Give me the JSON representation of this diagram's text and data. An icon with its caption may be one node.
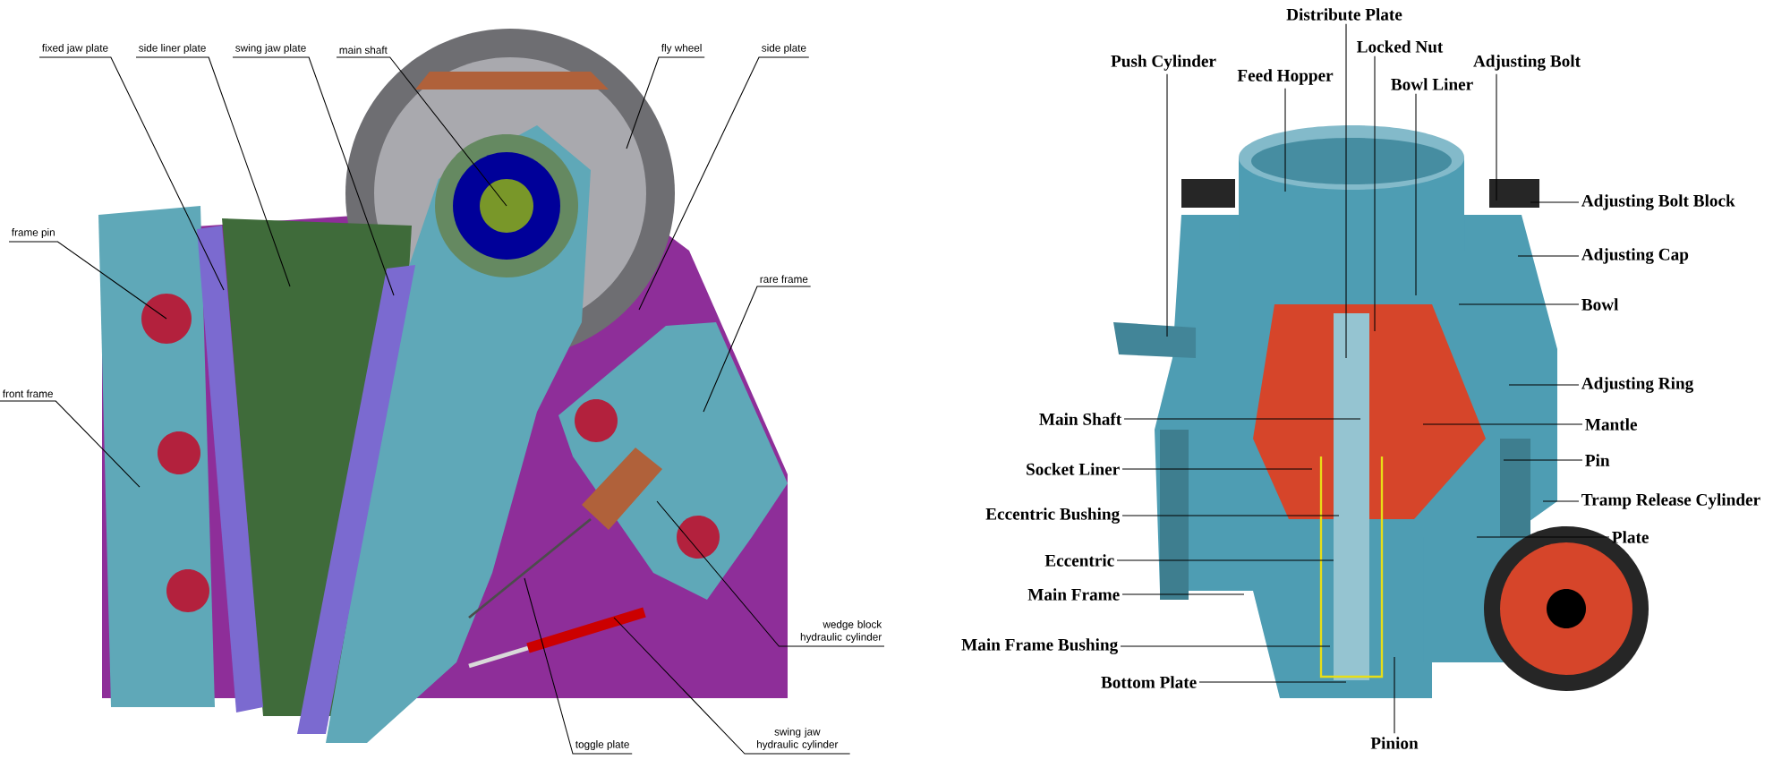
{
  "diagram": {
    "nodes": [
      {
        "text": [
          "fixed jaw plate"
        ]
      },
      {
        "text": [
          "side liner plate"
        ]
      },
      {
        "text": [
          "swing jaw plate"
        ]
      },
      {
        "text": [
          "main shaft"
        ]
      },
      {
        "text": [
          "fly wheel"
        ]
      },
      {
        "text": [
          "side plate"
        ]
      },
      {
        "text": [
          "frame pin"
        ]
      },
      {
        "text": [
          "front frame"
        ]
      },
      {
        "text": [
          "rare frame"
        ]
      },
      {
        "text": [
          "wedge block hydraulic cylinder"
        ]
      },
      {
        "text": [
          "toggle plate"
        ]
      },
      {
        "text": [
          "swing jaw hydraulic cylinder"
        ]
      },
      {
        "text": [
          "Distribute Plate"
        ]
      },
      {
        "text": [
          "Push Cylinder"
        ]
      },
      {
        "text": [
          "Feed Hopper"
        ]
      },
      {
        "text": [
          "Locked Nut"
        ]
      },
      {
        "text": [
          "Bowl Liner"
        ]
      },
      {
        "text": [
          "Adjusting Bolt"
        ]
      },
      {
        "text": [
          "Adjusting Bolt Block"
        ]
      },
      {
        "text": [
          "Adjusting Cap"
        ]
      },
      {
        "text": [
          "Bowl"
        ]
      },
      {
        "text": [
          "Adjusting Ring"
        ]
      },
      {
        "text": [
          "Main Shaft"
        ]
      },
      {
        "text": [
          "Mantle"
        ]
      },
      {
        "text": [
          "Socket Liner"
        ]
      },
      {
        "text": [
          "Pin"
        ]
      },
      {
        "text": [
          "Eccentric Bushing"
        ]
      },
      {
        "text": [
          "Tramp Release Cylinder"
        ]
      },
      {
        "text": [
          "Plate"
        ]
      },
      {
        "text": [
          "Eccentric"
        ]
      },
      {
        "text": [
          "Main Frame"
        ]
      },
      {
        "text": [
          "Main Frame Bushing"
        ]
      },
      {
        "text": [
          "Bottom Plate"
        ]
      },
      {
        "text": [
          "Pinion"
        ]
      }
    ],
    "edges": [
      {
        "from": 0,
        "to": null,
        "arrow": "none"
      },
      {
        "from": 1,
        "to": null,
        "arrow": "none"
      },
      {
        "from": 2,
        "to": null,
        "arrow": "none"
      },
      {
        "from": 3,
        "to": null,
        "arrow": "none"
      },
      {
        "from": 4,
        "to": null,
        "arrow": "none"
      },
      {
        "from": 5,
        "to": null,
        "arrow": "none"
      },
      {
        "from": 6,
        "to": null,
        "arrow": "none"
      },
      {
        "from": 7,
        "to": null,
        "arrow": "none"
      },
      {
        "from": 8,
        "to": null,
        "arrow": "none"
      },
      {
        "from": 9,
        "to": null,
        "arrow": "none"
      },
      {
        "from": 10,
        "to": null,
        "arrow": "none"
      },
      {
        "from": 11,
        "to": null,
        "arrow": "none"
      },
      {
        "from": 12,
        "to": null,
        "arrow": "none"
      },
      {
        "from": 13,
        "to": null,
        "arrow": "none"
      },
      {
        "from": 14,
        "to": null,
        "arrow": "none"
      },
      {
        "from": 15,
        "to": null,
        "arrow": "none"
      },
      {
        "from": 16,
        "to": null,
        "arrow": "none"
      },
      {
        "from": 17,
        "to": null,
        "arrow": "none"
      },
      {
        "from": 18,
        "to": null,
        "arrow": "none"
      },
      {
        "from": 19,
        "to": null,
        "arrow": "none"
      },
      {
        "from": 20,
        "to": null,
        "arrow": "none"
      },
      {
        "from": 21,
        "to": null,
        "arrow": "none"
      },
      {
        "from": 22,
        "to": null,
        "arrow": "none"
      },
      {
        "from": 23,
        "to": null,
        "arrow": "none"
      },
      {
        "from": 24,
        "to": null,
        "arrow": "none"
      },
      {
        "from": 25,
        "to": null,
        "arrow": "none"
      },
      {
        "from": 26,
        "to": null,
        "arrow": "none"
      },
      {
        "from": 27,
        "to": null,
        "arrow": "none"
      },
      {
        "from": 28,
        "to": null,
        "arrow": "none"
      },
      {
        "from": 29,
        "to": null,
        "arrow": "none"
      },
      {
        "from": 30,
        "to": null,
        "arrow": "none"
      },
      {
        "from": 31,
        "to": null,
        "arrow": "none"
      },
      {
        "from": 32,
        "to": null,
        "arrow": "none"
      },
      {
        "from": 33,
        "to": null,
        "arrow": "none"
      }
    ]
  }
}
